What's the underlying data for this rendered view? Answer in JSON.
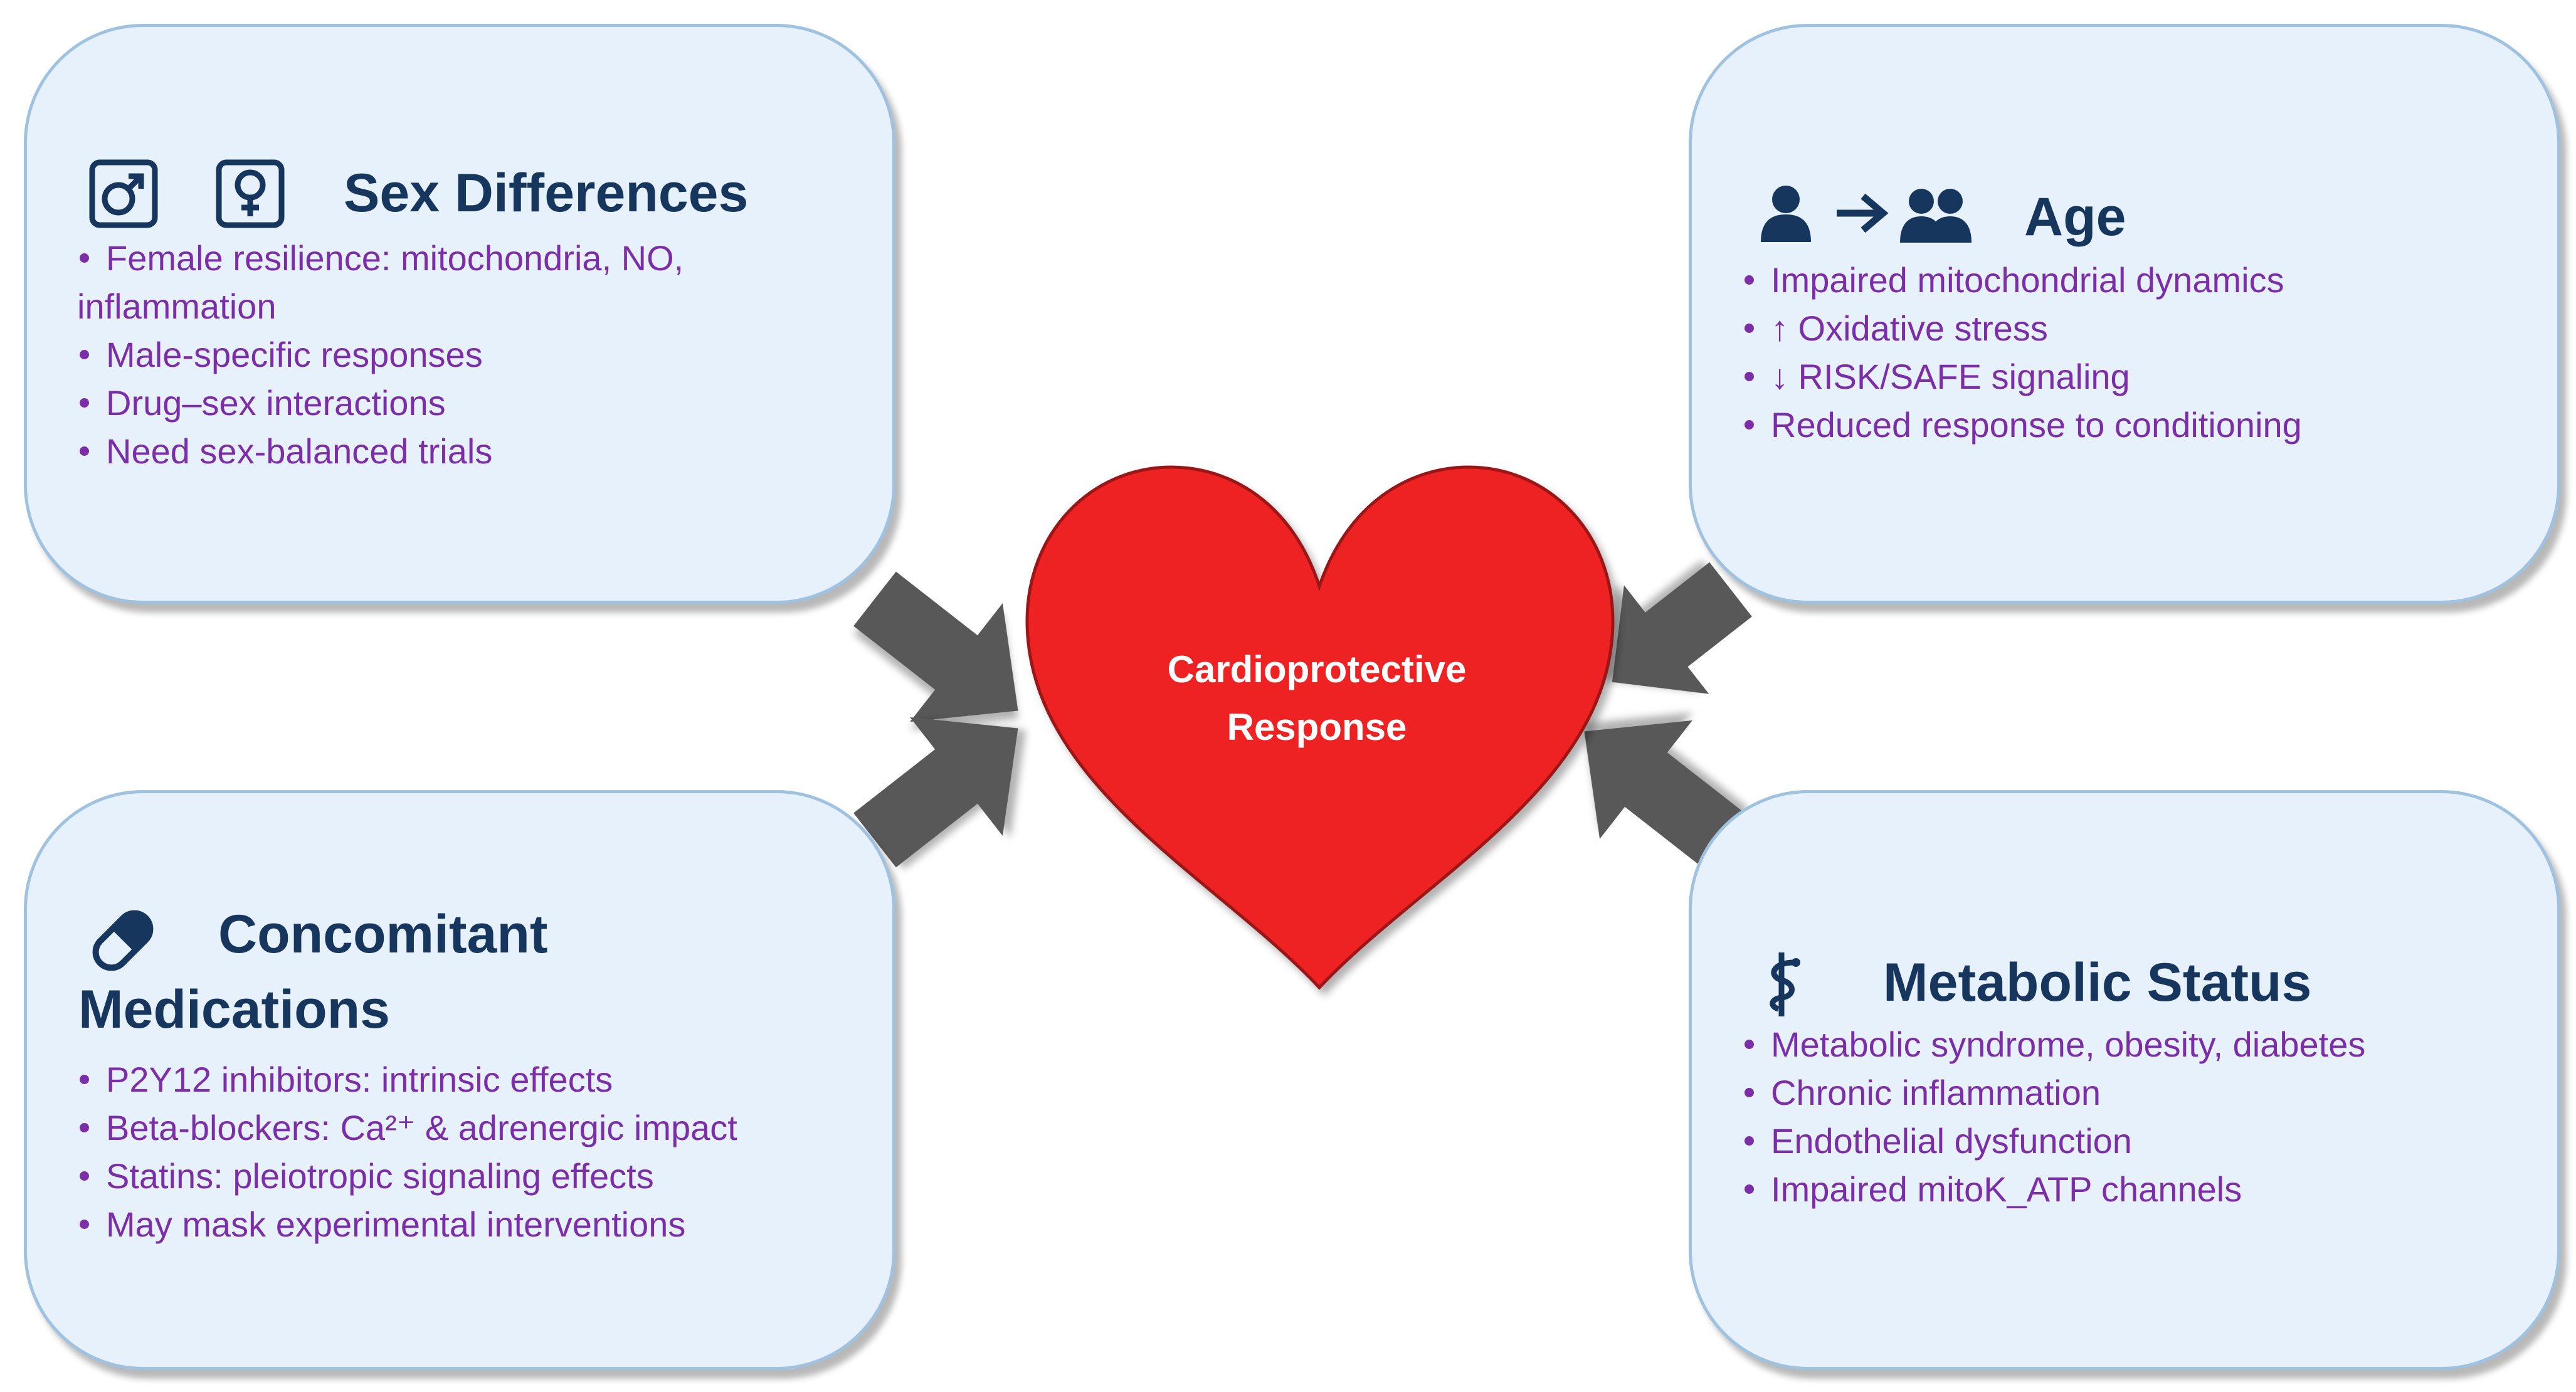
{
  "center": {
    "line1": "Cardioprotective",
    "line2": "Response"
  },
  "cards": {
    "sex": {
      "title": "Sex Differences",
      "icons": [
        "male-symbol-icon",
        "female-symbol-icon"
      ],
      "bullets": [
        "Female resilience: mitochondria, NO, inflammation",
        "Male-specific responses",
        "Drug–sex interactions",
        "Need sex-balanced trials"
      ]
    },
    "age": {
      "title": "Age",
      "icons": [
        "person-icon",
        "arrow-right-icon",
        "people-group-icon"
      ],
      "bullets": [
        "Impaired mitochondrial dynamics",
        "↑ Oxidative stress",
        "↓ RISK/SAFE signaling",
        "Reduced response to conditioning"
      ]
    },
    "med": {
      "title_line1": "Concomitant",
      "title_line2": "Medications",
      "icons": [
        "pill-capsule-icon"
      ],
      "bullets": [
        "P2Y12 inhibitors: intrinsic effects",
        "Beta-blockers: Ca²⁺ & adrenergic impact",
        "Statins: pleiotropic signaling effects",
        "May mask experimental interventions"
      ]
    },
    "met": {
      "title": "Metabolic Status",
      "icons": [
        "caduceus-icon"
      ],
      "bullets": [
        "Metabolic syndrome, obesity, diabetes",
        "Chronic inflammation",
        "Endothelial dysfunction",
        "Impaired mitoK_ATP channels"
      ]
    }
  },
  "colors": {
    "card_fill": "#e6f1fb",
    "card_border": "#9fc2e0",
    "title": "#17365d",
    "bullet_text": "#7b2ea8",
    "heart": "#ee2222",
    "arrow": "#595959"
  }
}
